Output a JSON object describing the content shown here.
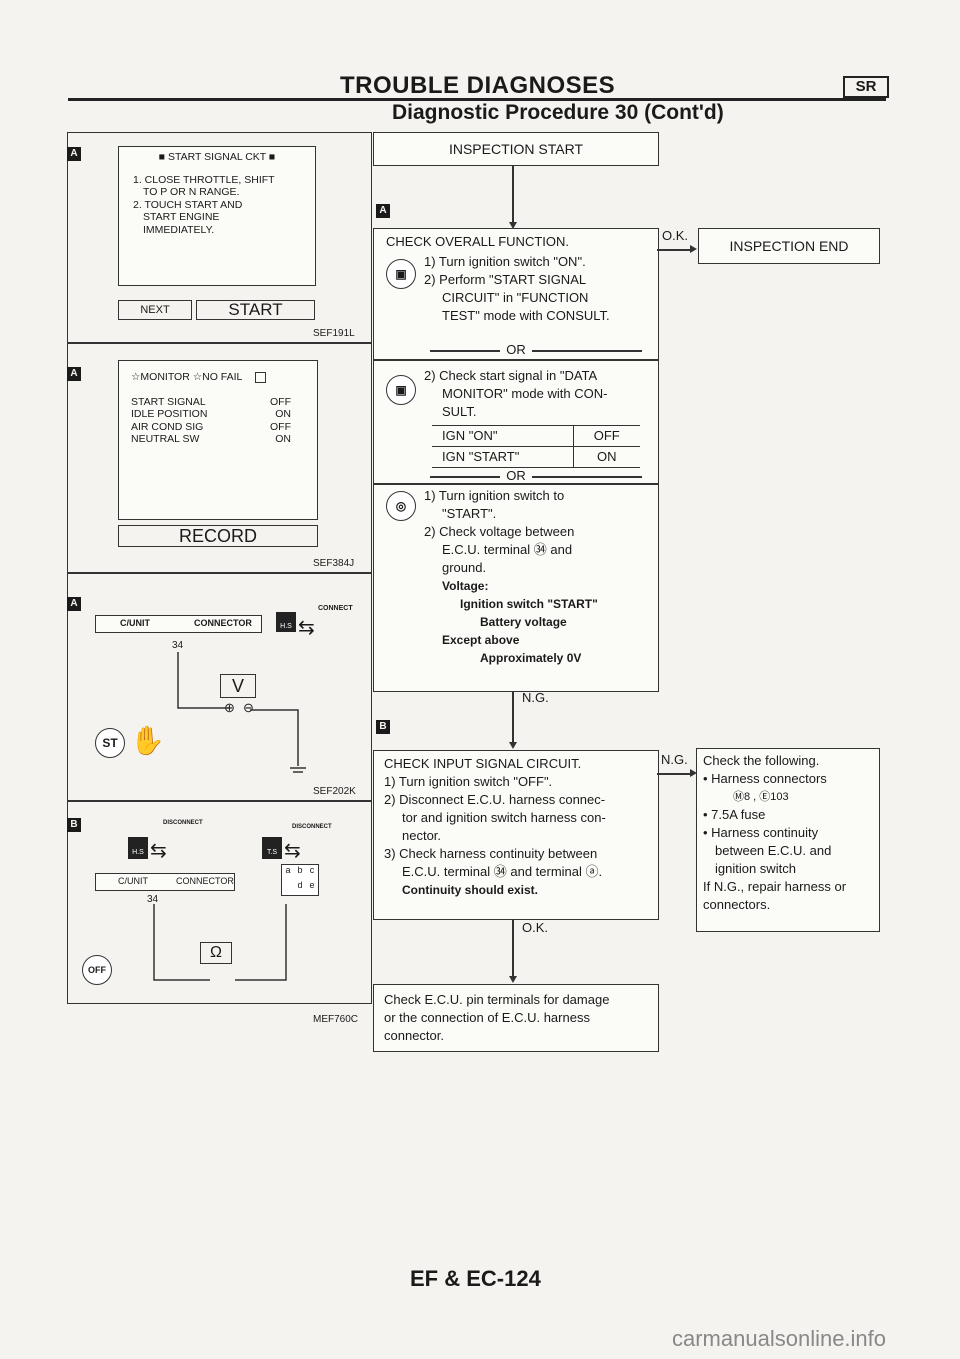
{
  "header": {
    "title": "TROUBLE DIAGNOSES",
    "section_code": "SR",
    "subtitle": "Diagnostic Procedure 30 (Cont'd)"
  },
  "panels": {
    "panel1": {
      "badge": "A",
      "screen_title": "■ START SIGNAL CKT ■",
      "steps": [
        "1. CLOSE THROTTLE, SHIFT",
        "TO P OR N RANGE.",
        "2. TOUCH START AND",
        "START ENGINE",
        "IMMEDIATELY."
      ],
      "btn_next": "NEXT",
      "btn_start": "START",
      "code": "SEF191L"
    },
    "panel2": {
      "badge": "A",
      "header": "☆MONITOR ☆NO FAIL",
      "rows": [
        {
          "label": "START SIGNAL",
          "value": "OFF"
        },
        {
          "label": "IDLE POSITION",
          "value": "ON"
        },
        {
          "label": "AIR COND SIG",
          "value": "OFF"
        },
        {
          "label": "NEUTRAL SW",
          "value": "ON"
        }
      ],
      "btn_record": "RECORD",
      "code": "SEF384J"
    },
    "panel3": {
      "badge": "A",
      "cunit": "C/UNIT",
      "connector": "CONNECTOR",
      "connect": "CONNECT",
      "hs": "H.S",
      "pin": "34",
      "meter": "V",
      "plus": "⊕",
      "minus": "⊖",
      "st": "ST",
      "code": "SEF202K"
    },
    "panel4": {
      "badge": "B",
      "disconnect1": "DISCONNECT",
      "disconnect2": "DISCONNECT",
      "hs": "H.S",
      "ts": "T.S",
      "cunit": "C/UNIT",
      "connector": "CONNECTOR",
      "pin": "34",
      "pins": [
        "a",
        "b",
        "c",
        "d",
        "e"
      ],
      "meter": "Ω",
      "off": "OFF",
      "code": "MEF760C"
    }
  },
  "flow": {
    "inspection_start": "INSPECTION START",
    "inspection_end": "INSPECTION END",
    "badge_a": "A",
    "badge_b": "B",
    "ok1": "O.K.",
    "ng1": "N.G.",
    "ng2": "N.G.",
    "ok2": "O.K.",
    "check_overall": {
      "title": "CHECK OVERALL FUNCTION.",
      "s1": "1) Turn ignition switch \"ON\".",
      "s2": "2) Perform \"START SIGNAL",
      "s2b": "CIRCUIT\" in \"FUNCTION",
      "s2c": "TEST\" mode with CONSULT.",
      "or1": "OR",
      "m1": "2) Check start signal in \"DATA",
      "m2": "MONITOR\" mode with CON-",
      "m3": "SULT.",
      "table": [
        [
          "IGN \"ON\"",
          "OFF"
        ],
        [
          "IGN \"START\"",
          "ON"
        ]
      ],
      "or2": "OR",
      "v1": "1) Turn ignition switch to",
      "v1b": "\"START\".",
      "v2": "2) Check voltage between",
      "v2b": "E.C.U. terminal ㉞ and",
      "v2c": "ground.",
      "voltage": "Voltage:",
      "ign_start": "Ignition switch \"START\"",
      "batt": "Battery voltage",
      "except": "Except above",
      "approx": "Approximately 0V"
    },
    "check_input": {
      "title": "CHECK INPUT SIGNAL CIRCUIT.",
      "s1": "1) Turn ignition switch \"OFF\".",
      "s2": "2) Disconnect E.C.U. harness connec-",
      "s2b": "tor and ignition switch harness con-",
      "s2c": "nector.",
      "s3": "3) Check harness continuity between",
      "s3b": "E.C.U. terminal ㉞ and terminal ⓐ.",
      "cont": "Continuity should exist."
    },
    "check_following": {
      "title": "Check the following.",
      "i1": "• Harness connectors",
      "i1b": "Ⓜ8 , Ⓔ103",
      "i2": "• 7.5A fuse",
      "i3": "• Harness continuity",
      "i3b": "between E.C.U. and",
      "i3c": "ignition switch",
      "i4": "If N.G., repair harness or",
      "i4b": "connectors."
    },
    "final": {
      "l1": "Check E.C.U. pin terminals for damage",
      "l2": "or the connection of E.C.U. harness",
      "l3": "connector."
    }
  },
  "footer": {
    "page": "EF & EC-124",
    "watermark": "carmanualsonline.info"
  }
}
